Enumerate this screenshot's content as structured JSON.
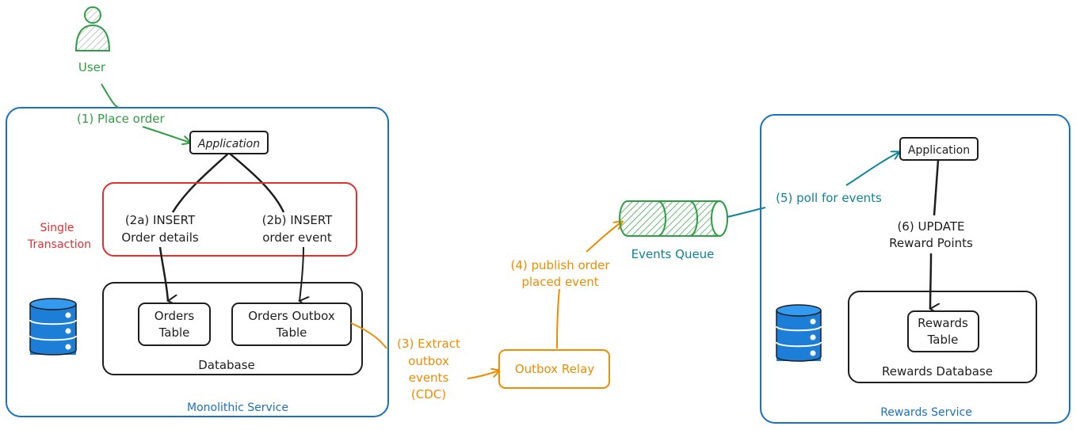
{
  "colors": {
    "green": "#2f9e44",
    "red": "#e03131",
    "blue": "#1971c2",
    "orange": "#f08c00",
    "teal": "#0c8599",
    "black": "#1e1e1e",
    "db_blue": "#1c7ed6"
  },
  "user": {
    "label": "User",
    "icon": "user-icon"
  },
  "monolith": {
    "label": "Monolithic Service",
    "application_label": "Application",
    "transaction_label_line1": "Single",
    "transaction_label_line2": "Transaction",
    "step_2a_line1": "(2a) INSERT",
    "step_2a_line2": "Order details",
    "step_2b_line1": "(2b) INSERT",
    "step_2b_line2": "order event",
    "database_label": "Database",
    "orders_table_line1": "Orders",
    "orders_table_line2": "Table",
    "outbox_table_line1": "Orders Outbox",
    "outbox_table_line2": "Table",
    "db_icon": "database-icon"
  },
  "step_1": "(1) Place order",
  "step_3": {
    "line1": "(3) Extract",
    "line2": "outbox",
    "line3": "events",
    "line4": "(CDC)"
  },
  "outbox_relay": "Outbox Relay",
  "step_4": {
    "line1": "(4) publish order",
    "line2": "placed event"
  },
  "events_queue": "Events Queue",
  "step_5": "(5) poll for events",
  "rewards": {
    "label": "Rewards Service",
    "application_label": "Application",
    "step_6_line1": "(6) UPDATE",
    "step_6_line2": "Reward Points",
    "database_label": "Rewards Database",
    "rewards_table_line1": "Rewards",
    "rewards_table_line2": "Table",
    "db_icon": "database-icon"
  }
}
